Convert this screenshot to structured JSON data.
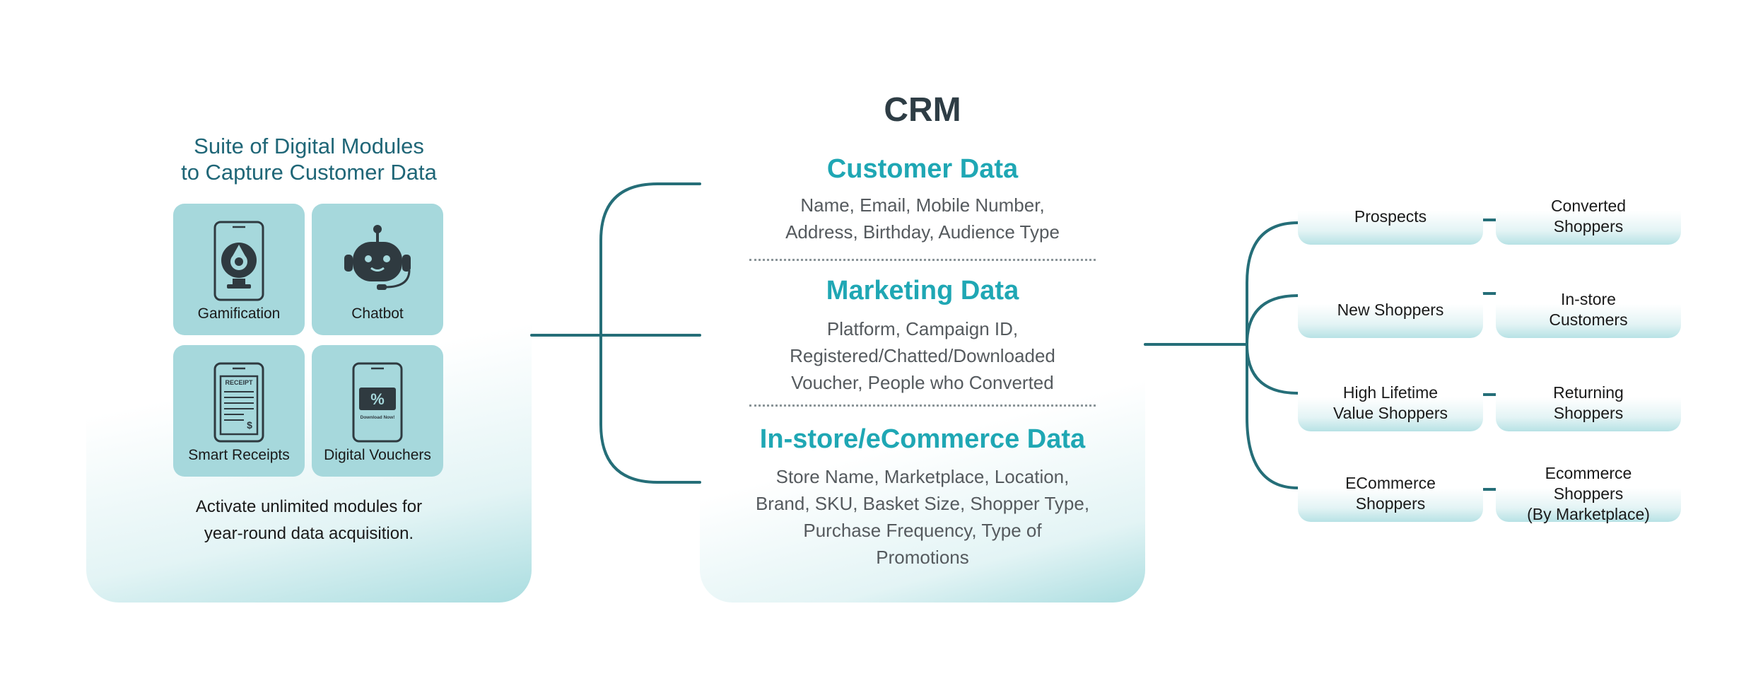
{
  "left": {
    "title": "Suite of Digital Modules\nto Capture Customer Data",
    "modules": [
      {
        "label": "Gamification",
        "icon": "gamification-phone-icon"
      },
      {
        "label": "Chatbot",
        "icon": "chatbot-robot-icon"
      },
      {
        "label": "Smart Receipts",
        "icon": "smart-receipt-phone-icon"
      },
      {
        "label": "Digital Vouchers",
        "icon": "digital-voucher-phone-icon"
      }
    ],
    "receipt_text": "RECEIPT",
    "voucher_text": "Download Now!",
    "caption": "Activate unlimited modules for\nyear-round data acquisition."
  },
  "crm": {
    "title": "CRM",
    "sections": [
      {
        "title": "Customer Data",
        "body": "Name, Email, Mobile Number,\nAddress, Birthday, Audience Type"
      },
      {
        "title": "Marketing Data",
        "body": "Platform, Campaign ID,\nRegistered/Chatted/Downloaded\nVoucher, People who Converted"
      },
      {
        "title": "In-store/eCommerce Data",
        "body": "Store Name, Marketplace, Location,\nBrand, SKU, Basket Size, Shopper Type,\nPurchase Frequency, Type of\nPromotions"
      }
    ]
  },
  "segments": [
    {
      "left": "Prospects",
      "right": "Converted\nShoppers"
    },
    {
      "left": "New Shoppers",
      "right": "In-store\nCustomers"
    },
    {
      "left": "High Lifetime\nValue Shoppers",
      "right": "Returning\nShoppers"
    },
    {
      "left": "ECommerce\nShoppers",
      "right": "Ecommerce\nShoppers\n(By Marketplace)"
    }
  ],
  "colors": {
    "accent": "#1fa7b4",
    "connector": "#256e78",
    "tile": "#a6d8dc",
    "heading_dark": "#2e3d45",
    "icon_dark": "#2f3a40"
  }
}
